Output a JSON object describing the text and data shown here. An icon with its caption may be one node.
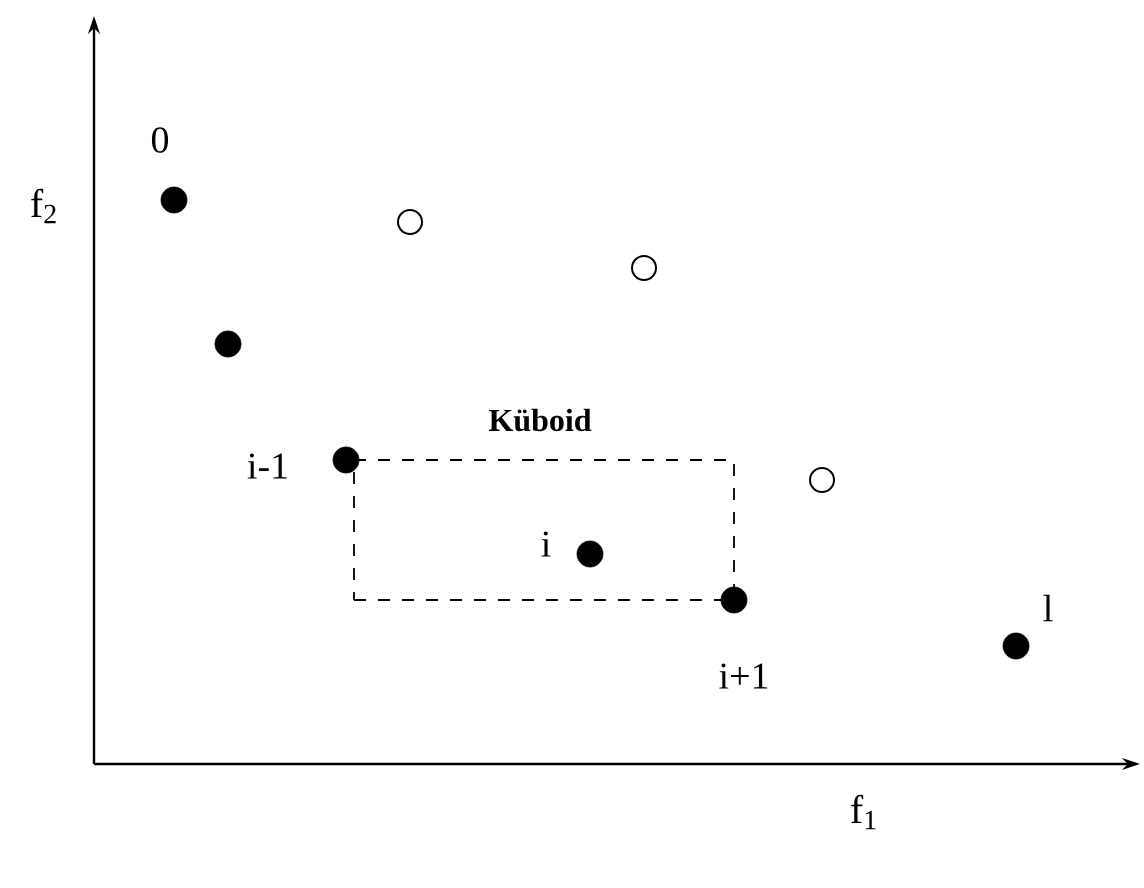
{
  "diagram": {
    "nodes": [
      {
        "text": [],
        "shape": "circle",
        "beside": [
          "0"
        ]
      },
      {
        "text": [],
        "shape": "circle"
      },
      {
        "text": [],
        "shape": "circle"
      },
      {
        "text": [],
        "shape": "circle"
      },
      {
        "text": [
          "Küboid"
        ]
      },
      {
        "text": [],
        "shape": "circle",
        "beside": [
          "i-1"
        ]
      },
      {
        "text": [],
        "shape": "circle"
      },
      {
        "text": [],
        "shape": "circle",
        "beside": [
          "i"
        ],
        "in": 4
      },
      {
        "text": [],
        "shape": "circle",
        "beside": [
          "i+1"
        ]
      },
      {
        "text": [],
        "shape": "circle",
        "beside": [
          "l"
        ]
      }
    ],
    "labels": [
      "f$_{2}$",
      "f$_{1}$"
    ]
  }
}
